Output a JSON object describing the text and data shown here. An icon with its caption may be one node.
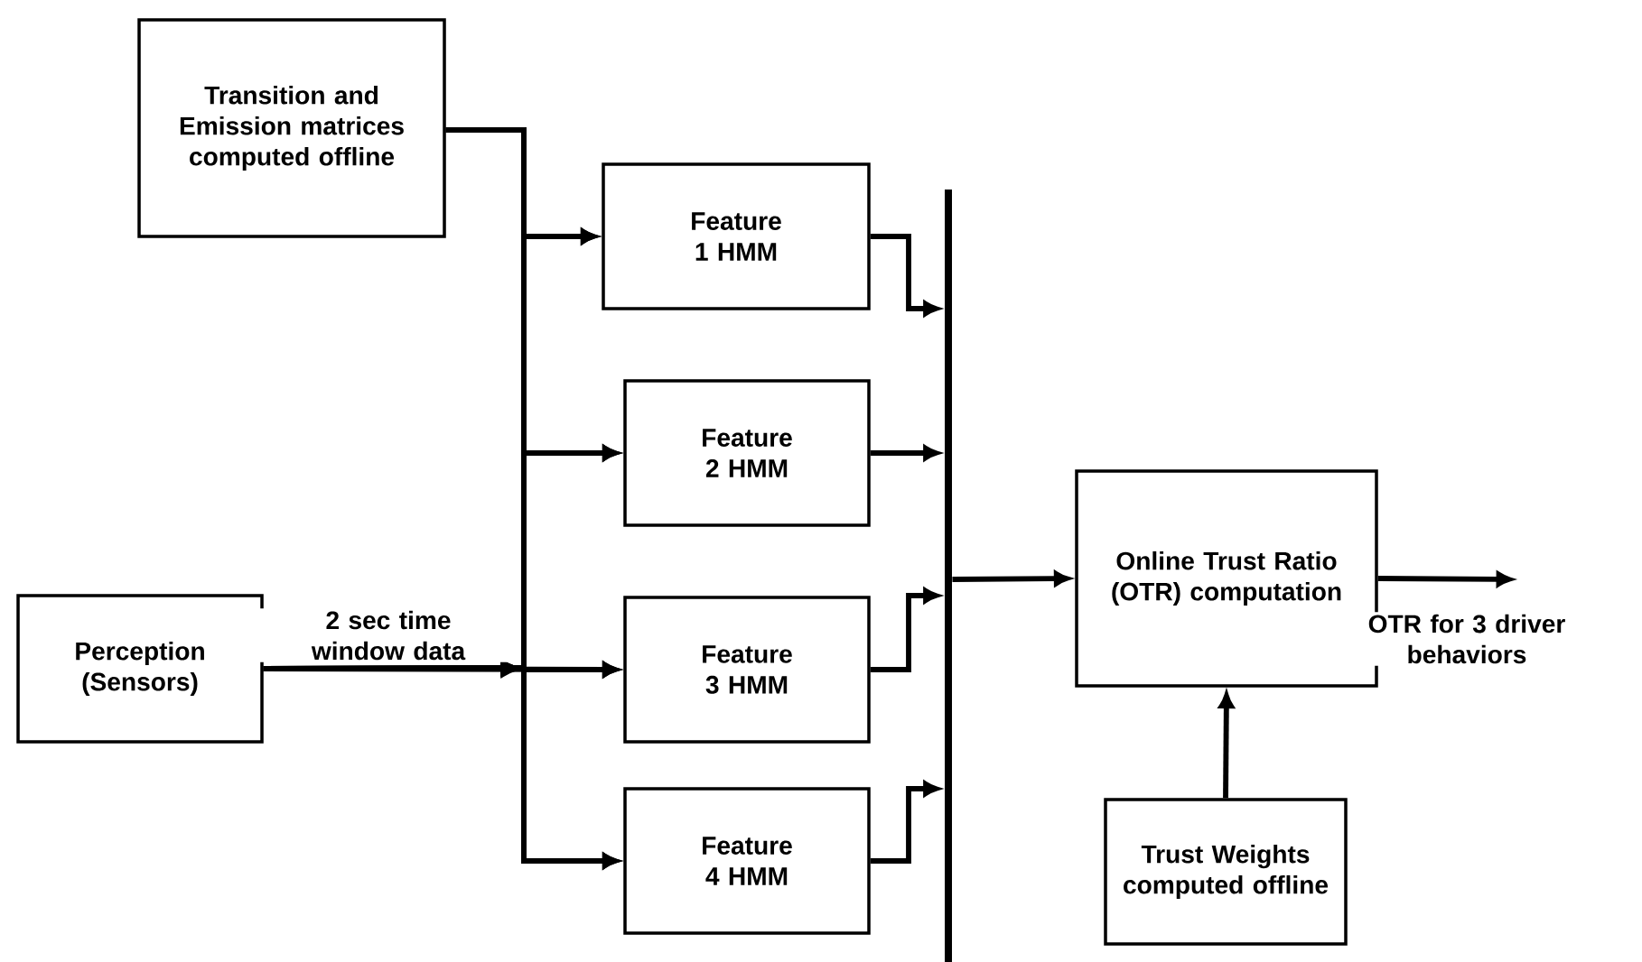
{
  "diagram": {
    "nodes": [
      {
        "text": [
          "Transition and Emission matrices computed offline"
        ]
      },
      {
        "text": [
          "Perception (Sensors)"
        ]
      },
      {
        "text": [
          "Feature 1 HMM"
        ]
      },
      {
        "text": [
          "Feature 2 HMM"
        ]
      },
      {
        "text": [
          "Feature 3 HMM"
        ]
      },
      {
        "text": [
          "Feature 4 HMM"
        ]
      },
      {
        "text": [],
        "shape": "bar"
      },
      {
        "text": [
          "Online Trust Ratio (OTR) computation"
        ]
      },
      {
        "text": [
          "Trust Weights computed offline"
        ]
      }
    ],
    "edges": [
      {
        "from": 0,
        "to": 2,
        "arrow": "to"
      },
      {
        "from": 0,
        "to": 3,
        "arrow": "to"
      },
      {
        "from": 0,
        "to": 4,
        "arrow": "to"
      },
      {
        "from": 0,
        "to": 5,
        "arrow": "to"
      },
      {
        "from": 1,
        "to": 2,
        "arrow": "to"
      },
      {
        "from": 1,
        "to": 3,
        "arrow": "to"
      },
      {
        "from": 1,
        "to": 4,
        "arrow": "to",
        "label": "2 sec time window data"
      },
      {
        "from": 1,
        "to": 5,
        "arrow": "to"
      },
      {
        "from": 2,
        "to": 6,
        "arrow": "to"
      },
      {
        "from": 3,
        "to": 6,
        "arrow": "to"
      },
      {
        "from": 4,
        "to": 6,
        "arrow": "to"
      },
      {
        "from": 5,
        "to": 6,
        "arrow": "to"
      },
      {
        "from": 6,
        "to": 7,
        "arrow": "to"
      },
      {
        "from": 8,
        "to": 7,
        "arrow": "to"
      },
      {
        "from": 7,
        "to": null,
        "arrow": "to",
        "label": "OTR for 3 driver behaviors"
      }
    ]
  }
}
